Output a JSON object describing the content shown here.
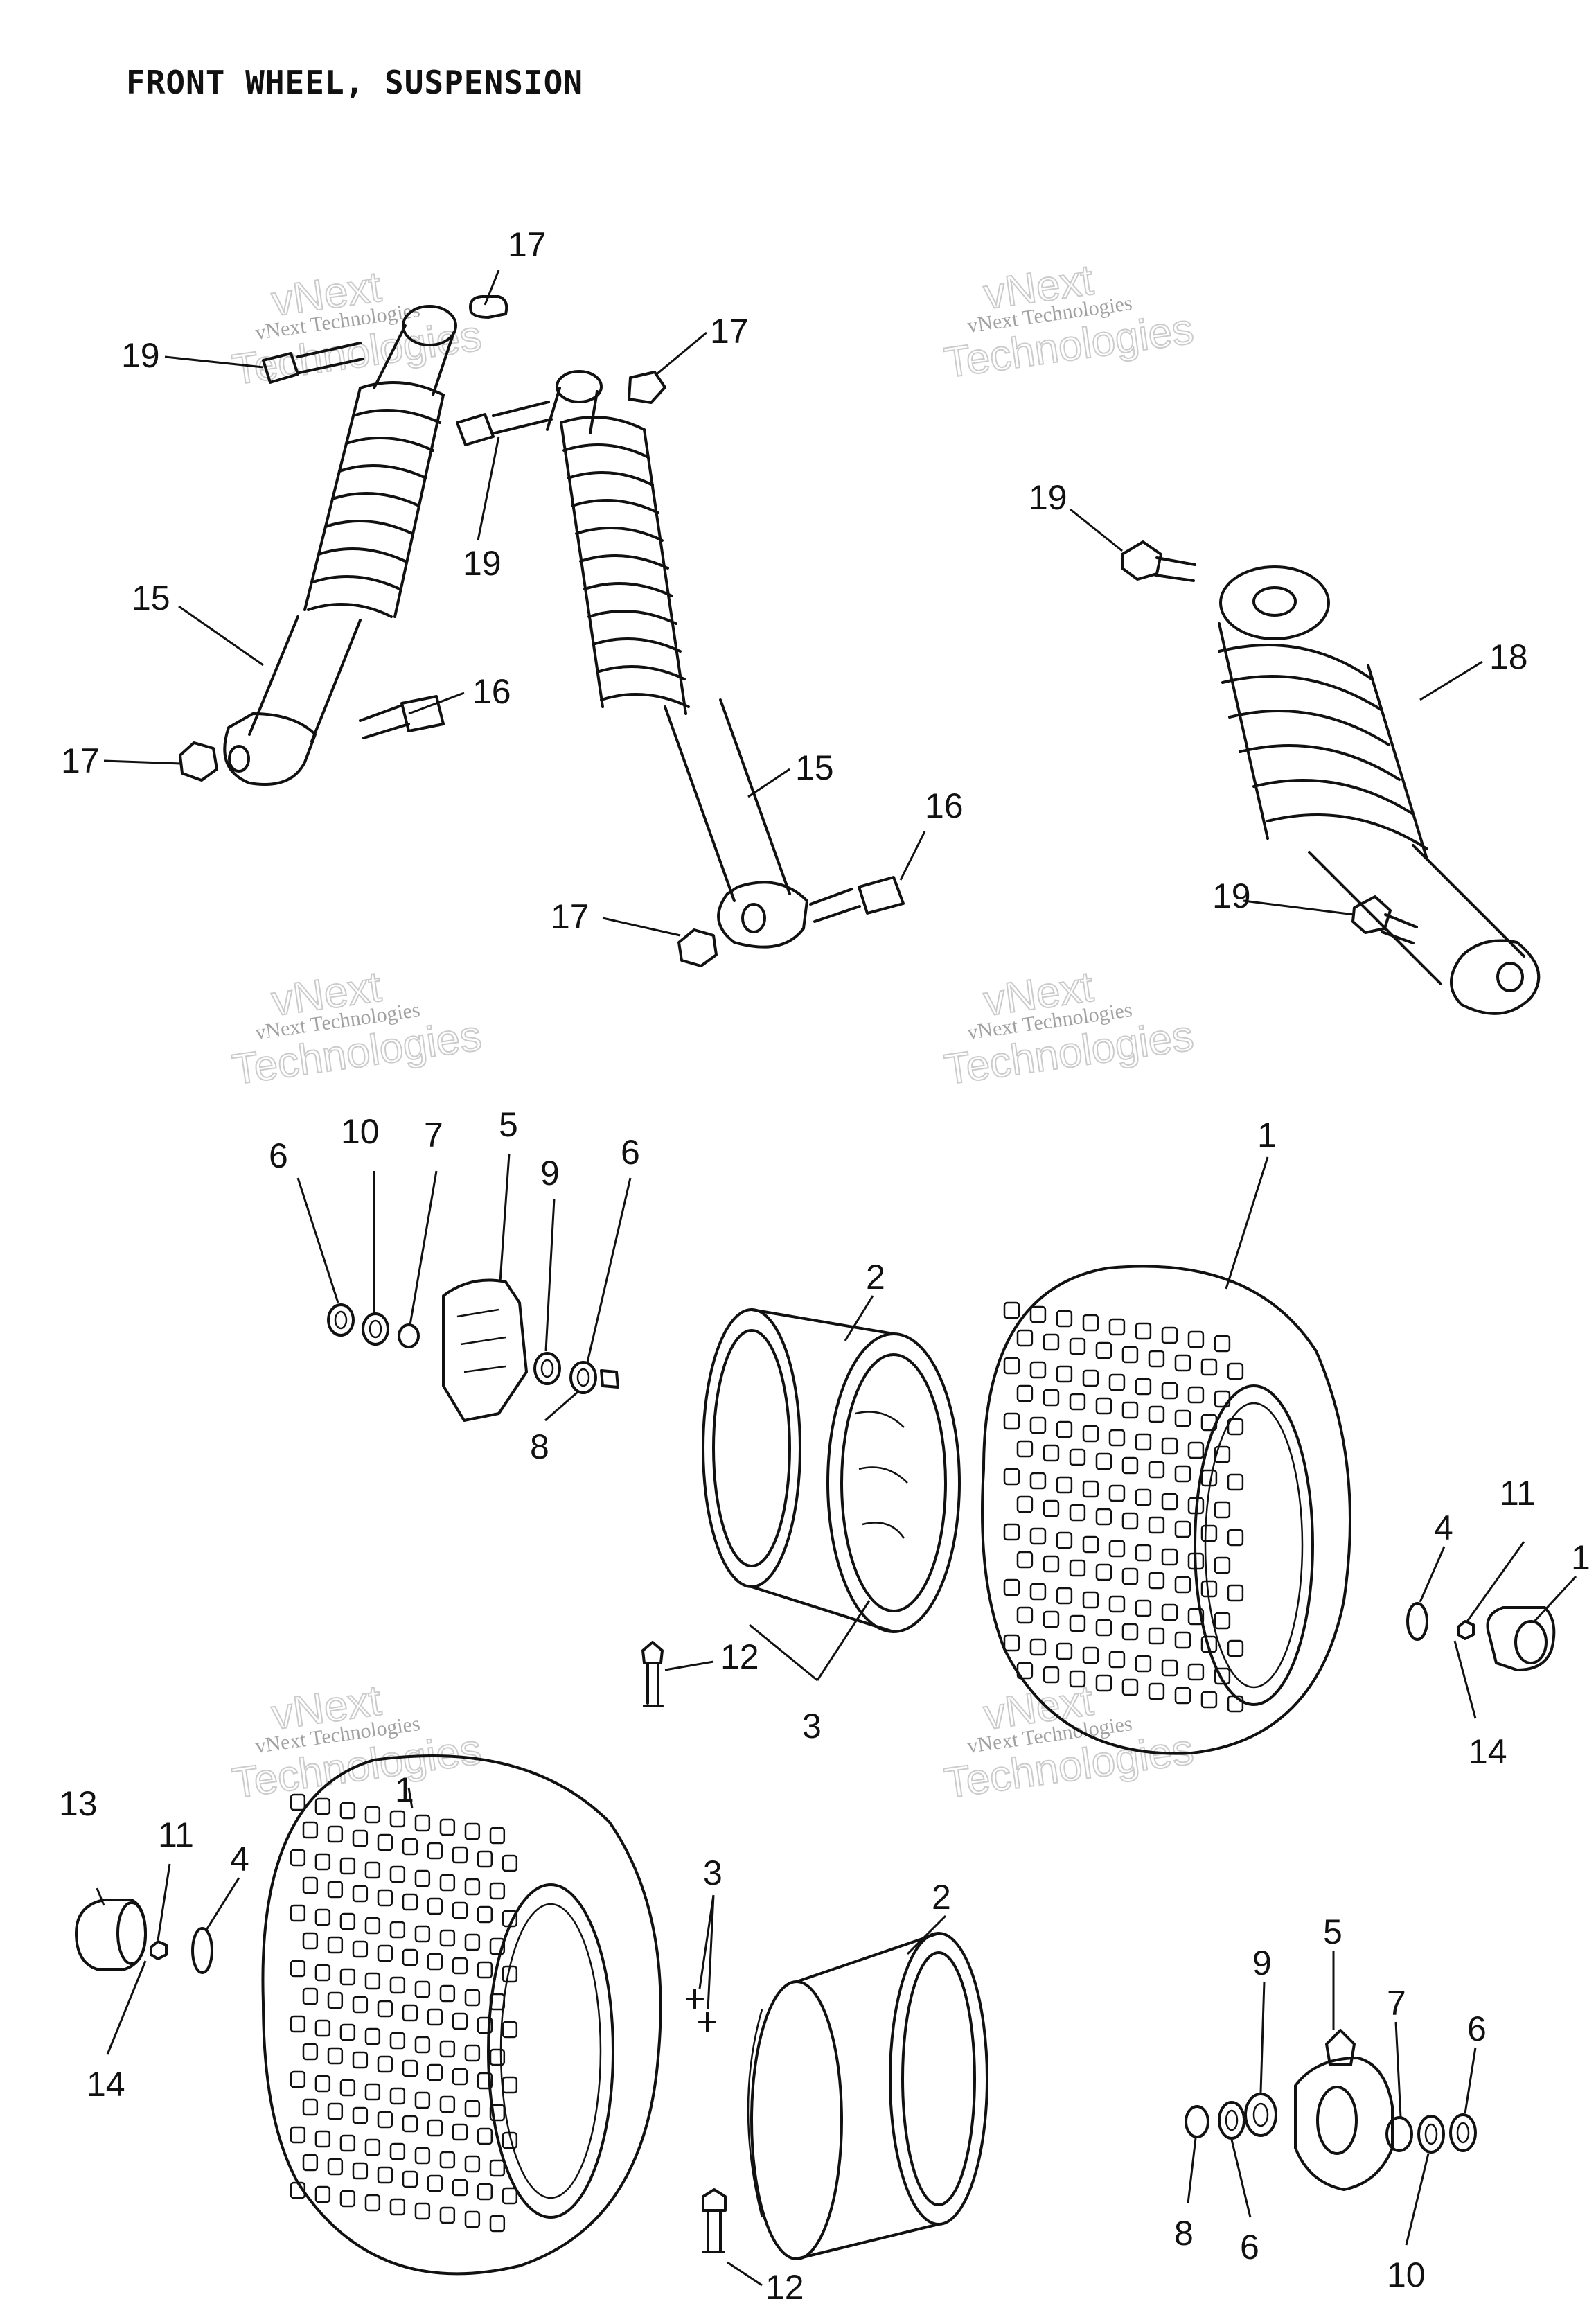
{
  "title": "FRONT WHEEL, SUSPENSION",
  "watermark": {
    "line1": "vNext Technologies",
    "line2": "vNext",
    "line3": "Technologies"
  },
  "callouts": [
    {
      "id": "c-17a",
      "text": "17"
    },
    {
      "id": "c-19a",
      "text": "19"
    },
    {
      "id": "c-17b",
      "text": "17"
    },
    {
      "id": "c-19b",
      "text": "19"
    },
    {
      "id": "c-15a",
      "text": "15"
    },
    {
      "id": "c-16a",
      "text": "16"
    },
    {
      "id": "c-17c",
      "text": "17"
    },
    {
      "id": "c-15b",
      "text": "15"
    },
    {
      "id": "c-16b",
      "text": "16"
    },
    {
      "id": "c-17d",
      "text": "17"
    },
    {
      "id": "c-19c",
      "text": "19"
    },
    {
      "id": "c-18",
      "text": "18"
    },
    {
      "id": "c-19d",
      "text": "19"
    },
    {
      "id": "c-6a",
      "text": "6"
    },
    {
      "id": "c-10a",
      "text": "10"
    },
    {
      "id": "c-7a",
      "text": "7"
    },
    {
      "id": "c-5a",
      "text": "5"
    },
    {
      "id": "c-9a",
      "text": "9"
    },
    {
      "id": "c-6b",
      "text": "6"
    },
    {
      "id": "c-8a",
      "text": "8"
    },
    {
      "id": "c-2a",
      "text": "2"
    },
    {
      "id": "c-1a",
      "text": "1"
    },
    {
      "id": "c-3a",
      "text": "3"
    },
    {
      "id": "c-12a",
      "text": "12"
    },
    {
      "id": "c-4a",
      "text": "4"
    },
    {
      "id": "c-11a",
      "text": "11"
    },
    {
      "id": "c-1b",
      "text": "1"
    },
    {
      "id": "c-14a",
      "text": "14"
    },
    {
      "id": "c-1c",
      "text": "1"
    },
    {
      "id": "c-13",
      "text": "13"
    },
    {
      "id": "c-11b",
      "text": "11"
    },
    {
      "id": "c-4b",
      "text": "4"
    },
    {
      "id": "c-14b",
      "text": "14"
    },
    {
      "id": "c-3b",
      "text": "3"
    },
    {
      "id": "c-2b",
      "text": "2"
    },
    {
      "id": "c-5b",
      "text": "5"
    },
    {
      "id": "c-9b",
      "text": "9"
    },
    {
      "id": "c-7b",
      "text": "7"
    },
    {
      "id": "c-6c",
      "text": "6"
    },
    {
      "id": "c-8b",
      "text": "8"
    },
    {
      "id": "c-6d",
      "text": "6"
    },
    {
      "id": "c-10b",
      "text": "10"
    },
    {
      "id": "c-12b",
      "text": "12"
    }
  ]
}
